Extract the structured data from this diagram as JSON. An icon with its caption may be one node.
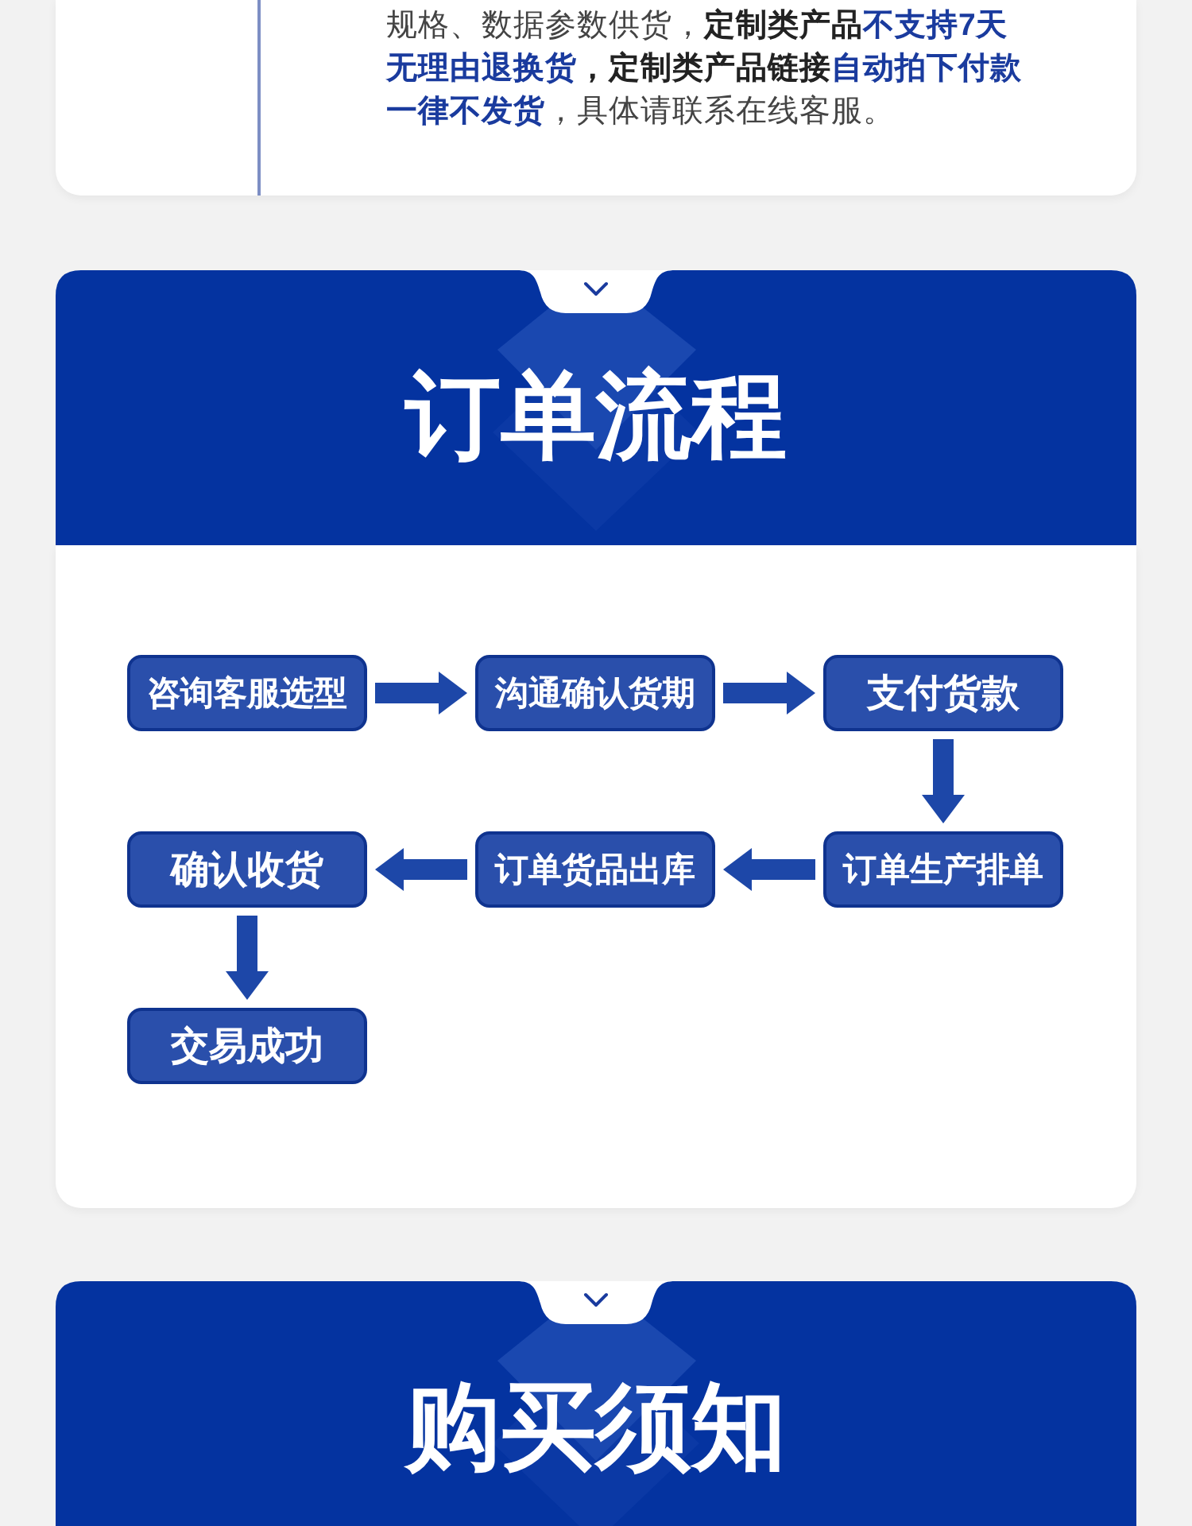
{
  "diagram": {
    "title": "订单流程",
    "nodes": [
      {
        "text": [
          "咨询客服选型"
        ]
      },
      {
        "text": [
          "沟通确认货期"
        ]
      },
      {
        "text": [
          "支付货款"
        ]
      },
      {
        "text": [
          "确认收货"
        ]
      },
      {
        "text": [
          "订单货品出库"
        ]
      },
      {
        "text": [
          "订单生产排单"
        ]
      },
      {
        "text": [
          "交易成功"
        ]
      }
    ],
    "edges": [
      {
        "from": 0,
        "to": 1,
        "arrow": "to"
      },
      {
        "from": 1,
        "to": 2,
        "arrow": "to"
      },
      {
        "from": 2,
        "to": 5,
        "arrow": "to"
      },
      {
        "from": 5,
        "to": 4,
        "arrow": "to"
      },
      {
        "from": 4,
        "to": 3,
        "arrow": "to"
      },
      {
        "from": 3,
        "to": 6,
        "arrow": "to"
      }
    ],
    "labels": [
      "规格、数据参数供货，**定制类产品****不支持7天无理由退换货****，定制类产品链接****自动拍下付款一律不发货**，具体请联系在线客服。",
      "购买须知"
    ]
  }
}
